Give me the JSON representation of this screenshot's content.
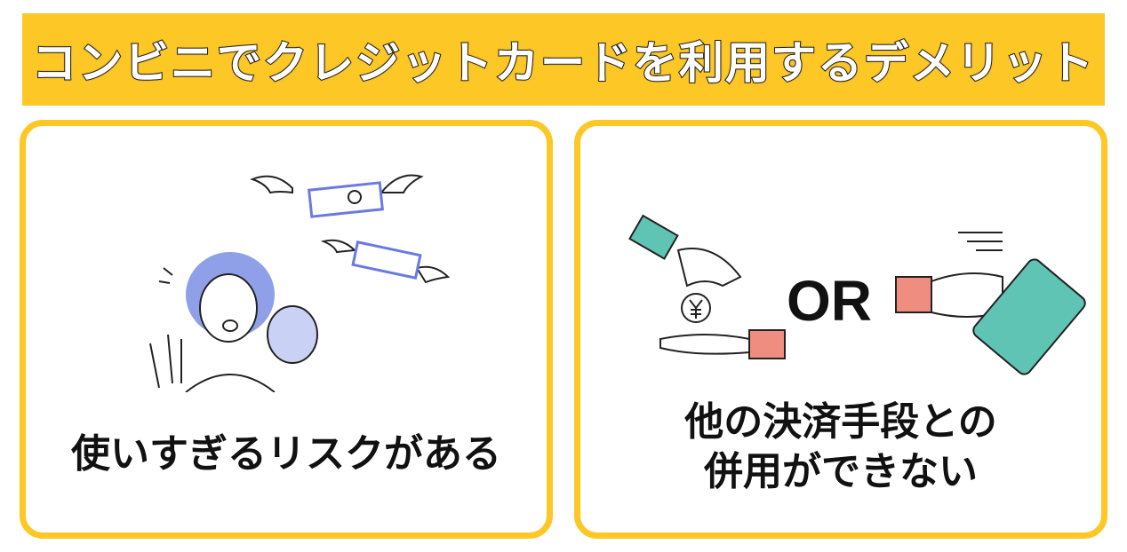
{
  "title": "コンビニでクレジットカードを利用するデメリット",
  "panels": [
    {
      "caption": "使いすぎるリスクがある"
    },
    {
      "caption_line1": "他の決済手段との",
      "caption_line2": "併用ができない",
      "or_label": "OR"
    }
  ],
  "colors": {
    "accent": "#fdc826",
    "teal": "#5fc4b4",
    "salmon": "#ef8d80",
    "hair": "#8fa0e8"
  }
}
